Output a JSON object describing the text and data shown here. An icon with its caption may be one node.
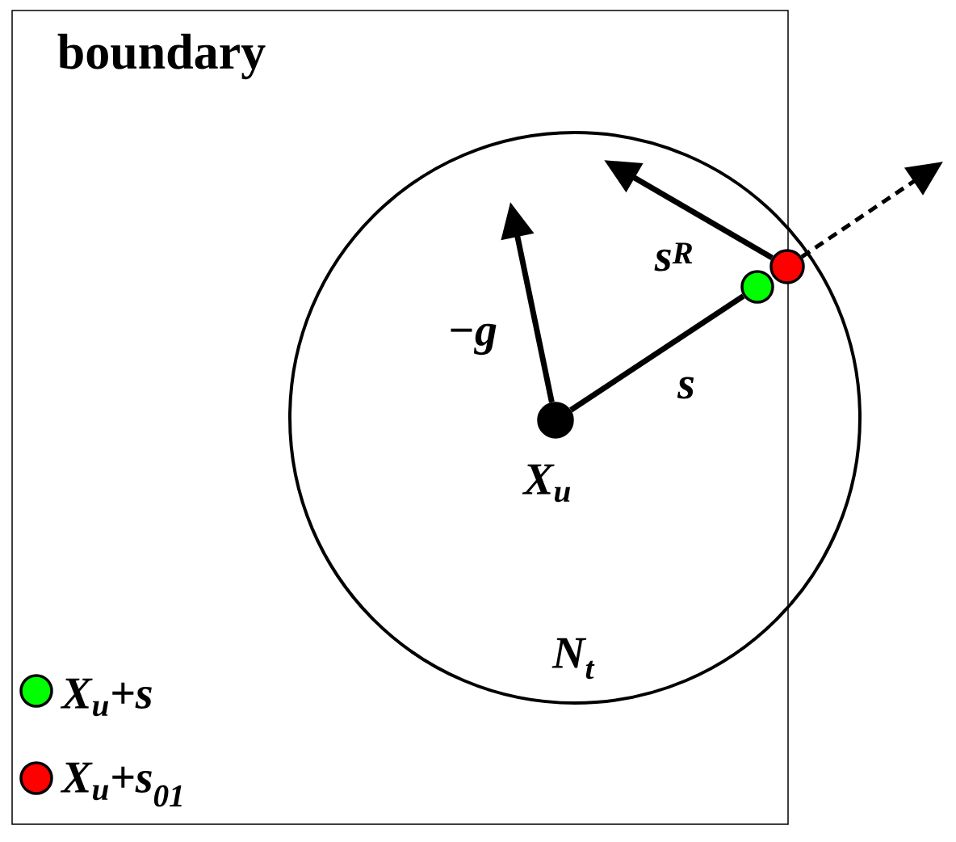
{
  "diagram": {
    "nodes": [
      {
        "text": [
          "N$_{t}$"
        ]
      },
      {
        "text": [],
        "shape": "circle",
        "in": 0,
        "beside": [
          "X$_{u}$"
        ]
      },
      {
        "text": [],
        "shape": "circle",
        "in": 0
      },
      {
        "text": [],
        "shape": "circle",
        "in": 0
      }
    ],
    "edges": [
      {
        "from": 1,
        "to": null,
        "arrow": "to",
        "label": "−g"
      },
      {
        "from": 1,
        "to": 2,
        "arrow": "none",
        "label": "s"
      },
      {
        "from": 3,
        "to": null,
        "arrow": "to",
        "label": "s$^{R}$"
      },
      {
        "from": 3,
        "to": null,
        "arrow": "to",
        "style": "dashed"
      }
    ],
    "labels": [
      "boundary"
    ],
    "legend": [
      {
        "text": "X$_{u}$+s",
        "color": "#00ff00"
      },
      {
        "text": "X$_{u}$+s$_{01}$",
        "color": "#ff0000"
      }
    ]
  }
}
